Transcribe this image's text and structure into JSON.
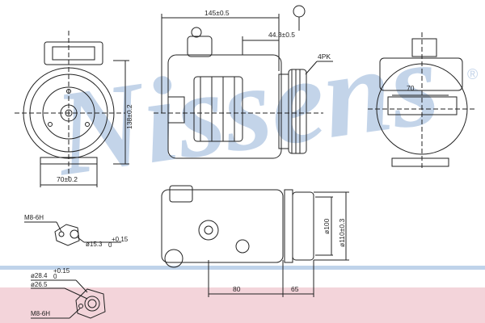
{
  "watermark": {
    "text": "Nissens",
    "registered": "®",
    "color": "#b9cde6"
  },
  "colors": {
    "band": "#f3d4da",
    "line": "#222222"
  },
  "dimensions": {
    "top_width": "145±0.5",
    "top_offset": "44.3±0.5",
    "belt": "4PK",
    "front_height": "138±0.2",
    "front_width": "70±0.2",
    "side_width": "70",
    "bottom_left": "80",
    "bottom_right": "65",
    "pulley_inner": "ø100",
    "pulley_outer": "ø110±0.3"
  },
  "callouts": {
    "thread_top": "M8-6H",
    "bore_upper": "ø15.3",
    "bore_upper_tol": "+0.15",
    "bore_upper_tol2": "0",
    "thread_bottom": "M8-6H",
    "port_a": "ø28.4",
    "port_a_tol": "+0.15",
    "port_a_tol2": "0",
    "port_b": "ø26.5"
  }
}
